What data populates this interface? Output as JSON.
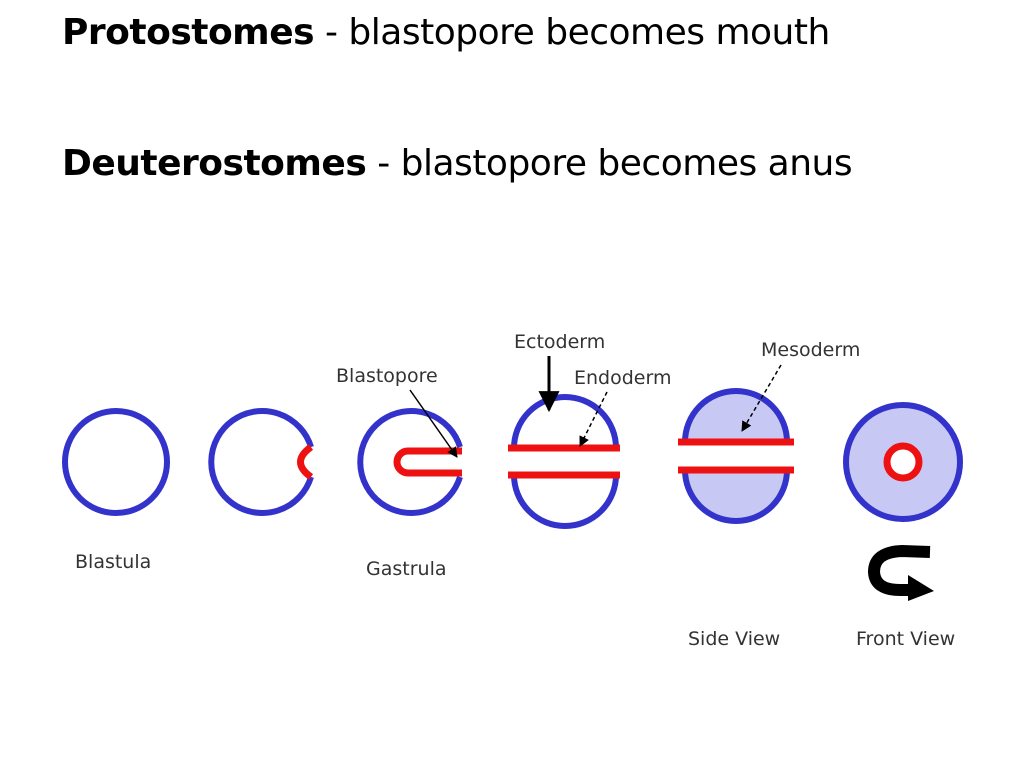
{
  "heading": {
    "protostomes_term": "Protostomes",
    "protostomes_desc": " - blastopore becomes mouth",
    "deuterostomes_term": "Deuterostomes",
    "deuterostomes_desc": " - blastopore becomes anus"
  },
  "diagram": {
    "labels": {
      "ectoderm": "Ectoderm",
      "blastopore": "Blastopore",
      "endoderm": "Endoderm",
      "mesoderm": "Mesoderm",
      "blastula": "Blastula",
      "gastrula": "Gastrula",
      "side_view": "Side View",
      "front_view": "Front View"
    },
    "colors": {
      "ectoderm": "#3333cc",
      "endoderm": "#ee1111",
      "mesoderm_fill": "#c8c8f4",
      "arrow": "#000000"
    }
  }
}
